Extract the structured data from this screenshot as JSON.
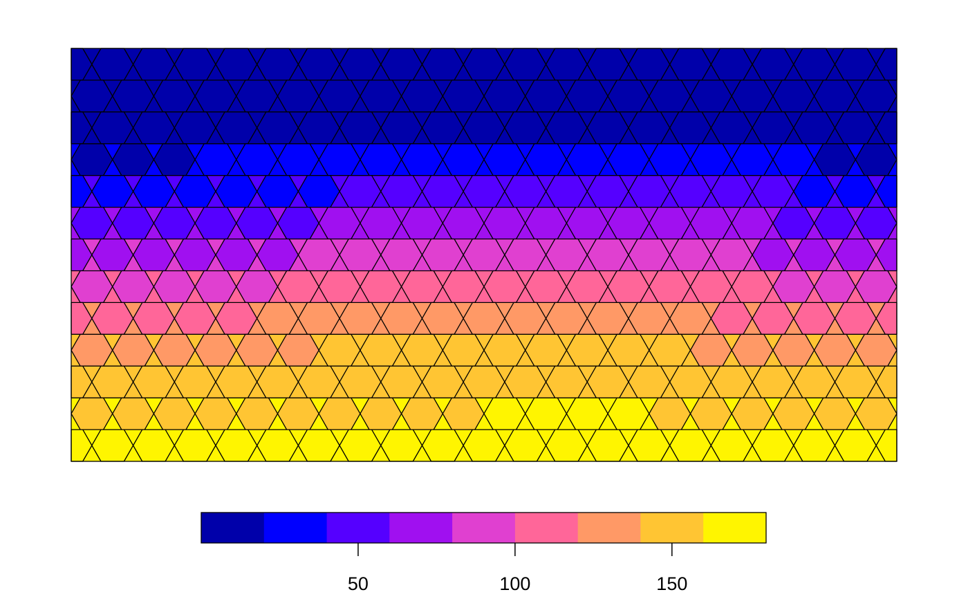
{
  "chart_data": {
    "type": "heatmap",
    "title": "",
    "xlabel": "",
    "ylabel": "",
    "description_of_layout": "",
    "palette": [
      "#0000AA",
      "#0000FF",
      "#5500FF",
      "#A010F0",
      "#E040D0",
      "#FF6699",
      "#FF9966",
      "#FFC533",
      "#FFF500"
    ],
    "legend": {
      "breaks": [
        0,
        20,
        40,
        60,
        80,
        100,
        120,
        140,
        160,
        180
      ],
      "ticks": [
        50,
        100,
        150
      ],
      "tick_labels": [
        "50",
        "100",
        "150"
      ],
      "range": [
        0,
        180
      ],
      "placement": "bottom"
    },
    "value_classes_by_row_top_to_bottom": [
      [
        0,
        0,
        0,
        0,
        0,
        0,
        0,
        0,
        0,
        0,
        0,
        0,
        0,
        0,
        0,
        0,
        0,
        0,
        0,
        0
      ],
      [
        0,
        0,
        0,
        0,
        0,
        0,
        0,
        0,
        0,
        0,
        0,
        0,
        0,
        0,
        0,
        0,
        0,
        0,
        0,
        0
      ],
      [
        0,
        0,
        0,
        0,
        0,
        0,
        0,
        0,
        0,
        0,
        0,
        0,
        0,
        0,
        0,
        0,
        0,
        0,
        0,
        0
      ],
      [
        0,
        0,
        0,
        1,
        1,
        1,
        1,
        1,
        1,
        1,
        1,
        1,
        1,
        1,
        1,
        1,
        1,
        1,
        0,
        0
      ],
      [
        1,
        1,
        1,
        1,
        1,
        1,
        1,
        2,
        2,
        2,
        2,
        2,
        2,
        2,
        2,
        2,
        2,
        2,
        1,
        1
      ],
      [
        2,
        2,
        2,
        2,
        2,
        2,
        3,
        3,
        3,
        3,
        3,
        3,
        3,
        3,
        3,
        3,
        3,
        2,
        2,
        2
      ],
      [
        3,
        3,
        3,
        3,
        3,
        3,
        4,
        4,
        4,
        4,
        4,
        4,
        4,
        4,
        4,
        4,
        4,
        3,
        3,
        3
      ],
      [
        4,
        4,
        4,
        4,
        4,
        5,
        5,
        5,
        5,
        5,
        5,
        5,
        5,
        5,
        5,
        5,
        5,
        4,
        4,
        4
      ],
      [
        5,
        5,
        5,
        5,
        5,
        6,
        6,
        6,
        6,
        6,
        6,
        6,
        6,
        6,
        6,
        6,
        5,
        5,
        5,
        5
      ],
      [
        6,
        6,
        6,
        6,
        6,
        6,
        7,
        7,
        7,
        7,
        7,
        7,
        7,
        7,
        7,
        6,
        6,
        6,
        6,
        6
      ],
      [
        7,
        7,
        7,
        7,
        7,
        7,
        7,
        7,
        7,
        7,
        7,
        7,
        7,
        7,
        7,
        7,
        7,
        7,
        7,
        7
      ],
      [
        7,
        7,
        7,
        7,
        7,
        7,
        7,
        7,
        7,
        7,
        8,
        8,
        8,
        8,
        7,
        7,
        7,
        7,
        7,
        7
      ],
      [
        8,
        8,
        8,
        8,
        8,
        8,
        8,
        8,
        8,
        8,
        8,
        8,
        8,
        8,
        8,
        8,
        8,
        8,
        8,
        8
      ]
    ]
  }
}
